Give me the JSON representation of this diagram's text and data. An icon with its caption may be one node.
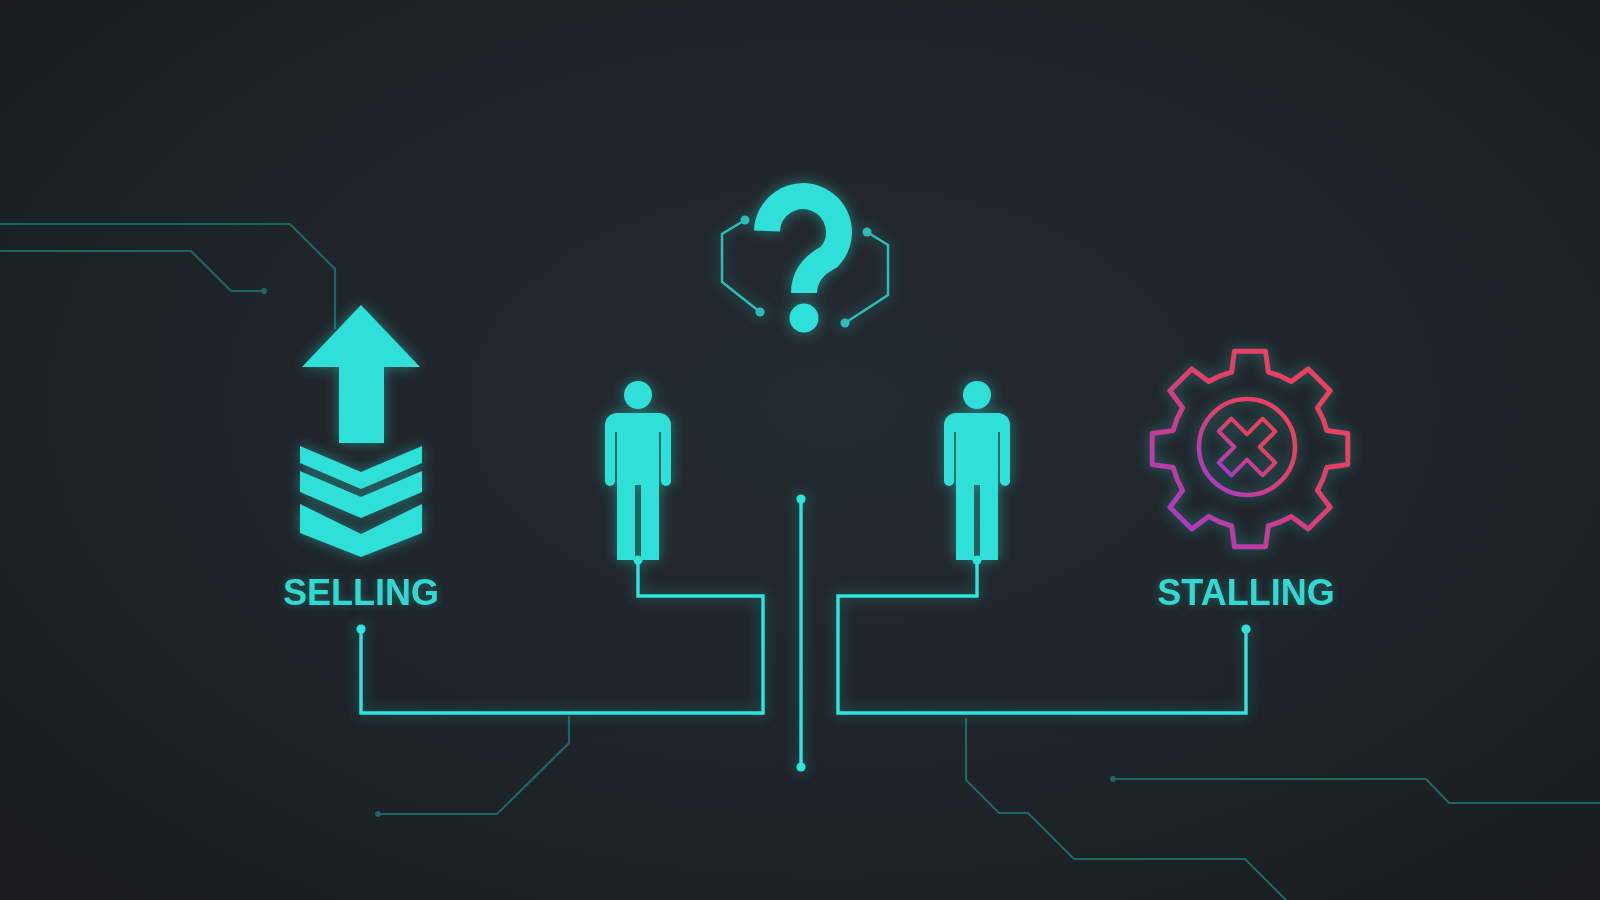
{
  "diagram": {
    "nodes": [
      {
        "text": [
          "SELLING"
        ]
      },
      {
        "text": [],
        "shape": "person"
      },
      {
        "text": [],
        "shape": "person"
      },
      {
        "text": [
          "STALLING"
        ]
      }
    ],
    "edges": [
      {
        "from": 0,
        "to": 1,
        "arrow": "other"
      },
      {
        "from": 2,
        "to": 3,
        "arrow": "other"
      }
    ]
  }
}
